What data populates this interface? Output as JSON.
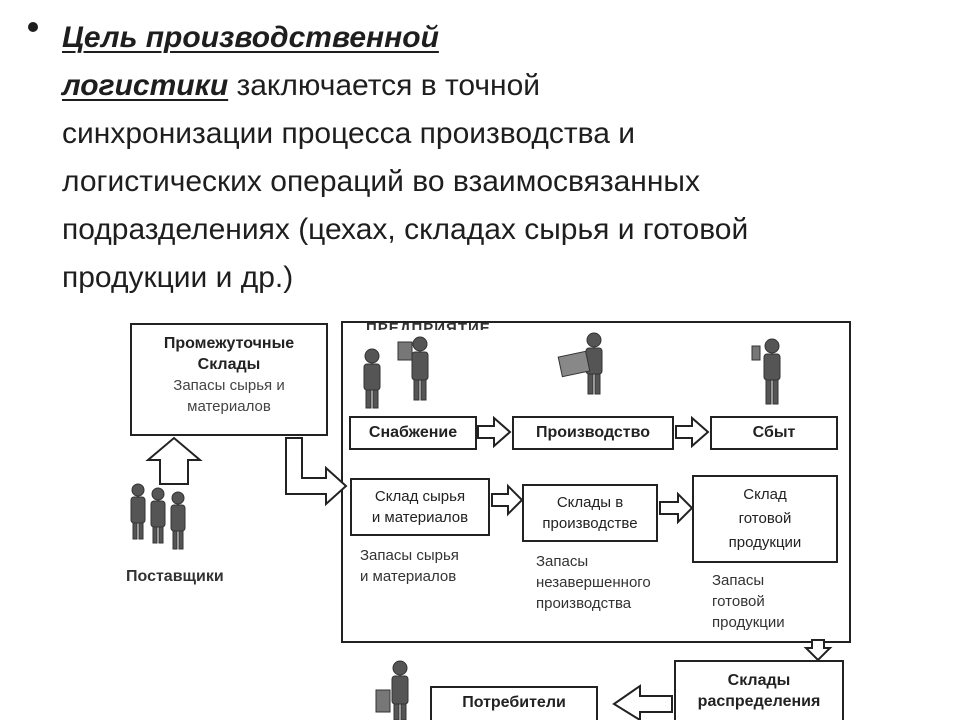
{
  "bullet": {
    "highlight_line1": "Цель производственной",
    "highlight_line2": "логистики",
    "line2_rest": " заключается в точной",
    "lines": [
      "синхронизации процесса производства и",
      "логистических операций во взаимосвязанных",
      "подразделениях (цехах, складах сырья и готовой",
      "продукции и др.)"
    ]
  },
  "diagram": {
    "enterprise_label": "ПРЕДПРИЯТИЕ",
    "intermediate": {
      "title_1": "Промежуточные",
      "title_2": "Склады",
      "sub_1": "Запасы сырья и",
      "sub_2": "материалов"
    },
    "suppliers": "Поставщики",
    "supply": "Снабжение",
    "production": "Производство",
    "sales": "Сбыт",
    "raw_wh": {
      "line1": "Склад сырья",
      "line2": "и материалов"
    },
    "prod_wh": {
      "line1": "Склады в",
      "line2": "производстве"
    },
    "fg_wh": {
      "line1": "Склад",
      "line2": "готовой",
      "line3": "продукции"
    },
    "raw_stock": {
      "line1": "Запасы сырья",
      "line2": "и материалов"
    },
    "wip_stock": {
      "line1": "Запасы",
      "line2": "незавершенного",
      "line3": "производства"
    },
    "fg_stock": {
      "line1": "Запасы",
      "line2": "готовой",
      "line3": "продукции"
    },
    "distribution": {
      "line1": "Склады",
      "line2": "распределения"
    },
    "consumers": "Потребители"
  }
}
